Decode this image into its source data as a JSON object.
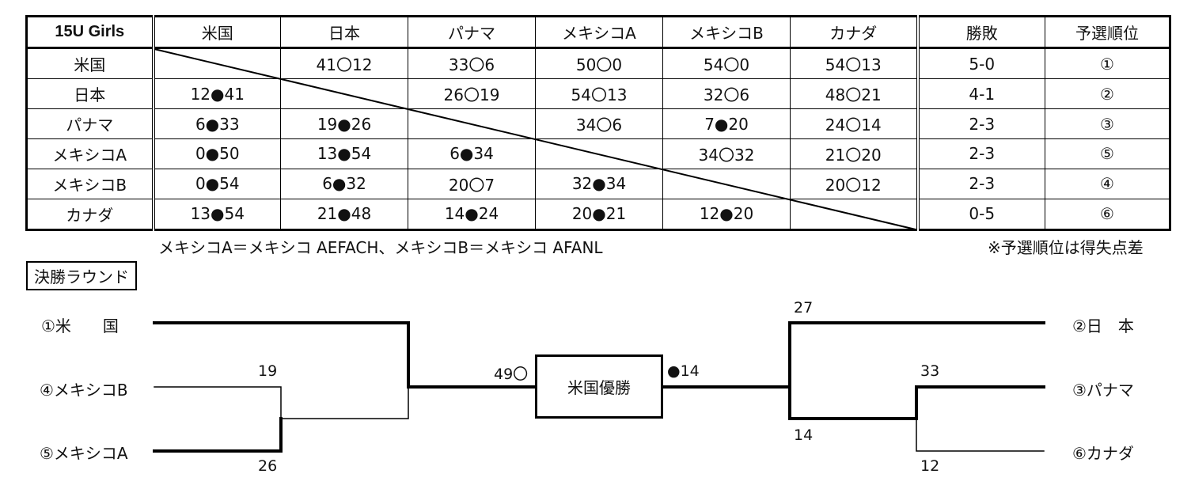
{
  "standings": {
    "title": "15U Girls",
    "columns": [
      "米国",
      "日本",
      "パナマ",
      "メキシコA",
      "メキシコB",
      "カナダ"
    ],
    "record_header": "勝敗",
    "rank_header": "予選順位",
    "rows": [
      {
        "team": "米国",
        "cells": [
          "",
          "41〇12",
          "33〇6",
          "50〇0",
          "54〇0",
          "54〇13"
        ],
        "record": "5-0",
        "rank": "①"
      },
      {
        "team": "日本",
        "cells": [
          "12●41",
          "",
          "26〇19",
          "54〇13",
          "32〇6",
          "48〇21"
        ],
        "record": "4-1",
        "rank": "②"
      },
      {
        "team": "パナマ",
        "cells": [
          "6●33",
          "19●26",
          "",
          "34〇6",
          "7●20",
          "24〇14"
        ],
        "record": "2-3",
        "rank": "③"
      },
      {
        "team": "メキシコA",
        "cells": [
          "0●50",
          "13●54",
          "6●34",
          "",
          "34〇32",
          "21〇20"
        ],
        "record": "2-3",
        "rank": "⑤"
      },
      {
        "team": "メキシコB",
        "cells": [
          "0●54",
          "6●32",
          "20〇7",
          "32●34",
          "",
          "20〇12"
        ],
        "record": "2-3",
        "rank": "④"
      },
      {
        "team": "カナダ",
        "cells": [
          "13●54",
          "21●48",
          "14●24",
          "20●21",
          "12●20",
          ""
        ],
        "record": "0-5",
        "rank": "⑥"
      }
    ]
  },
  "notes": {
    "alias": "メキシコA＝メキシコ AEFACH、メキシコB＝メキシコ AFANL",
    "ranking": "※予選順位は得失点差"
  },
  "final_round": {
    "label": "決勝ラウンド",
    "left_teams": [
      "①米　　国",
      "④メキシコB",
      "⑤メキシコA"
    ],
    "right_teams": [
      "②日　本",
      "③パナマ",
      "⑥カナダ"
    ],
    "scores": {
      "semi_left_b": "19",
      "semi_left_a": "26",
      "final_left": "49〇",
      "final_right": "●14",
      "right_top": "27",
      "right_mid": "14",
      "semi_right_panama": "33",
      "semi_right_canada": "12"
    },
    "champion": "米国優勝"
  }
}
